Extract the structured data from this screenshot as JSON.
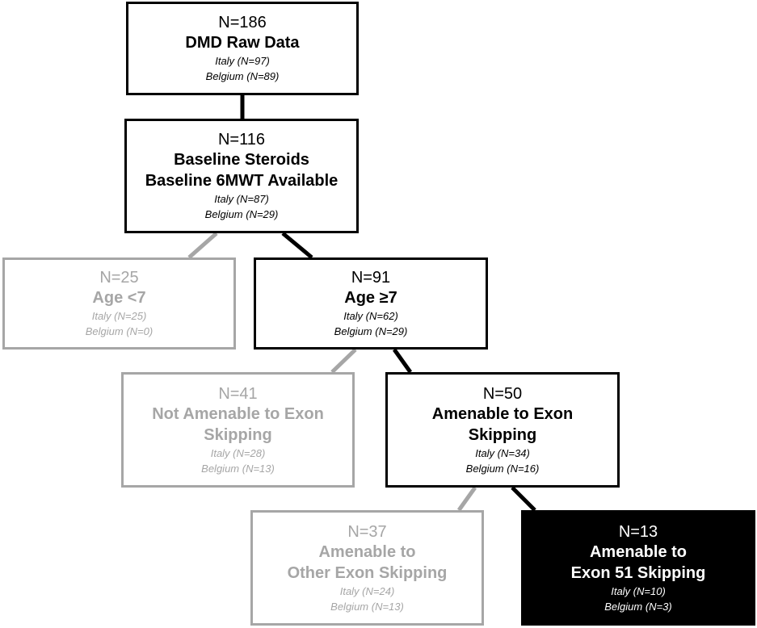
{
  "colors": {
    "active": "#000000",
    "excluded": "#a6a6a6",
    "final_fill": "#000000",
    "final_text": "#ffffff"
  },
  "nodes": {
    "raw": {
      "count": "N=186",
      "title": [
        "DMD Raw Data"
      ],
      "italy": "Italy (N=97)",
      "belgium": "Belgium (N=89)"
    },
    "steroids": {
      "count": "N=116",
      "title": [
        "Baseline Steroids",
        "Baseline 6MWT Available"
      ],
      "italy": "Italy (N=87)",
      "belgium": "Belgium (N=29)"
    },
    "age_lt7": {
      "count": "N=25",
      "title": [
        "Age <7"
      ],
      "italy": "Italy (N=25)",
      "belgium": "Belgium (N=0)"
    },
    "age_ge7": {
      "count": "N=91",
      "title": [
        "Age ≥7"
      ],
      "italy": "Italy (N=62)",
      "belgium": "Belgium (N=29)"
    },
    "not_amenable": {
      "count": "N=41",
      "title": [
        "Not Amenable to Exon",
        "Skipping"
      ],
      "italy": "Italy (N=28)",
      "belgium": "Belgium (N=13)"
    },
    "amenable": {
      "count": "N=50",
      "title": [
        "Amenable to Exon",
        "Skipping"
      ],
      "italy": "Italy (N=34)",
      "belgium": "Belgium (N=16)"
    },
    "other_exon": {
      "count": "N=37",
      "title": [
        "Amenable to",
        "Other Exon Skipping"
      ],
      "italy": "Italy (N=24)",
      "belgium": "Belgium (N=13)"
    },
    "exon51": {
      "count": "N=13",
      "title": [
        "Amenable to",
        "Exon 51 Skipping"
      ],
      "italy": "Italy (N=10)",
      "belgium": "Belgium (N=3)"
    }
  }
}
